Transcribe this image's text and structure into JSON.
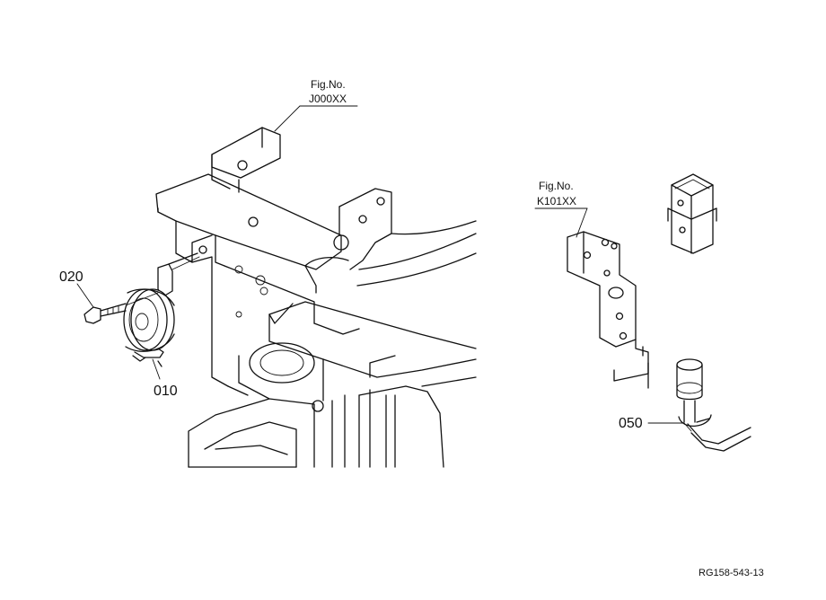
{
  "callouts": {
    "part_020": "020",
    "part_010": "010",
    "part_050": "050"
  },
  "figure_refs": {
    "ref1_title": "Fig.No.",
    "ref1_code": "J000XX",
    "ref2_title": "Fig.No.",
    "ref2_code": "K101XX"
  },
  "drawing_code": "RG158-543-13"
}
